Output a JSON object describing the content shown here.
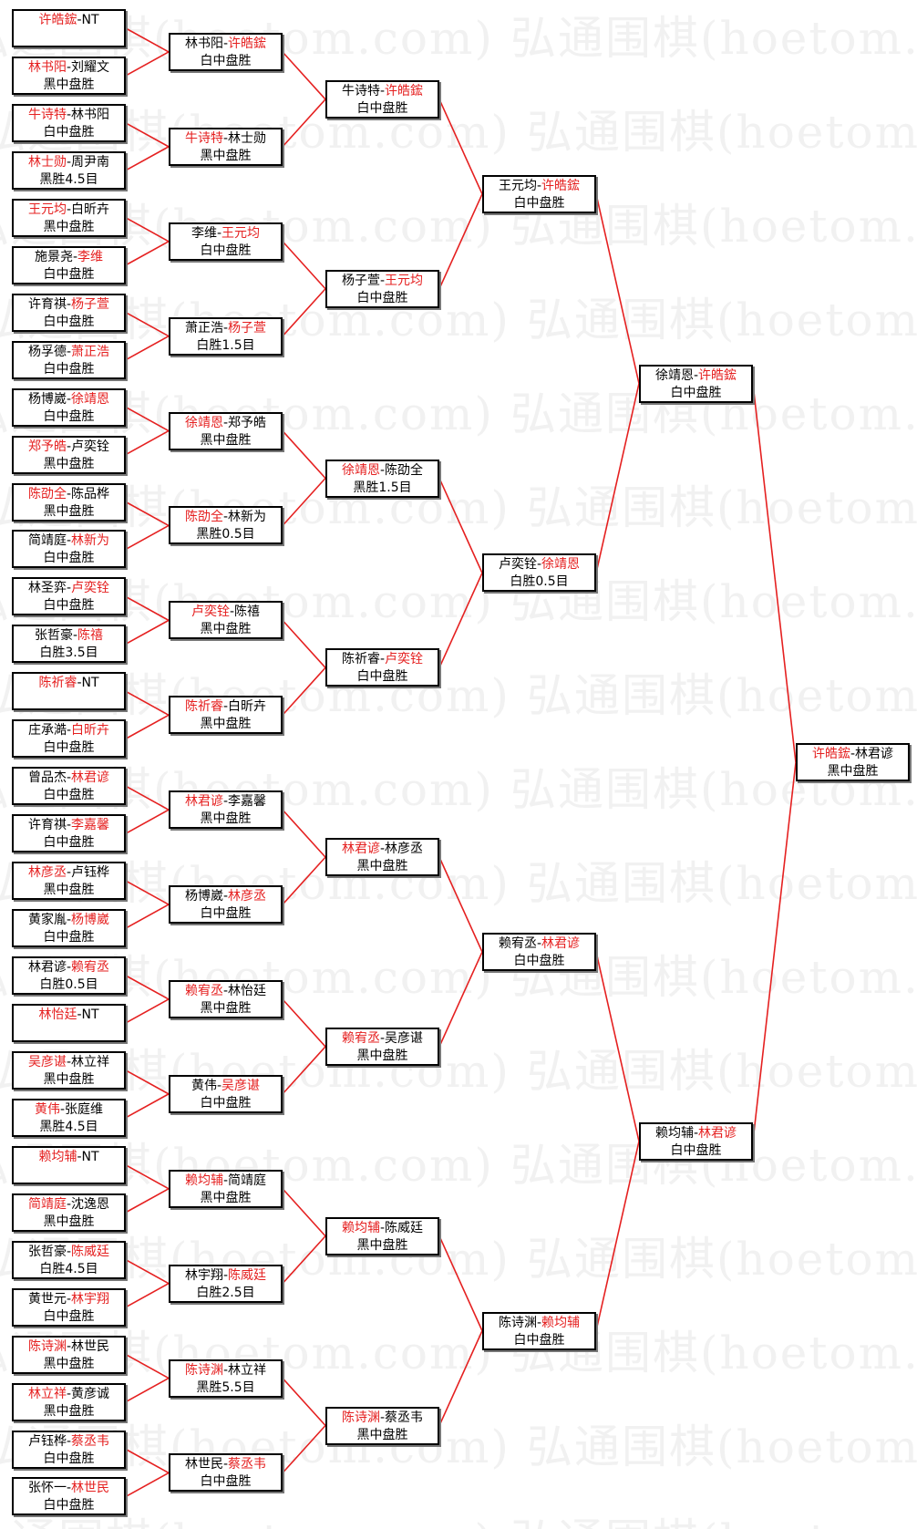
{
  "watermark": "弘通围棋(hoetom.com)",
  "accent_color": "#e52020",
  "line_color": "#e52020",
  "rounds": [
    [
      {
        "a": "许皓鋐",
        "b": "NT",
        "w": "a",
        "r": ""
      },
      {
        "a": "林书阳",
        "b": "刘耀文",
        "w": "a",
        "r": "黑中盘胜"
      },
      {
        "a": "牛诗特",
        "b": "林书阳",
        "w": "a",
        "r": "白中盘胜"
      },
      {
        "a": "林士勋",
        "b": "周尹南",
        "w": "a",
        "r": "黑胜4.5目"
      },
      {
        "a": "王元均",
        "b": "白昕卉",
        "w": "a",
        "r": "黑中盘胜"
      },
      {
        "a": "施景尧",
        "b": "李维",
        "w": "b",
        "r": "白中盘胜"
      },
      {
        "a": "许育祺",
        "b": "杨子萱",
        "w": "b",
        "r": "白中盘胜"
      },
      {
        "a": "杨孚德",
        "b": "萧正浩",
        "w": "b",
        "r": "白中盘胜"
      },
      {
        "a": "杨博崴",
        "b": "徐靖恩",
        "w": "b",
        "r": "白中盘胜"
      },
      {
        "a": "郑予皓",
        "b": "卢奕铨",
        "w": "a",
        "r": "黑中盘胜"
      },
      {
        "a": "陈劭全",
        "b": "陈品桦",
        "w": "a",
        "r": "黑中盘胜"
      },
      {
        "a": "简靖庭",
        "b": "林新为",
        "w": "b",
        "r": "白中盘胜"
      },
      {
        "a": "林圣弈",
        "b": "卢奕铨",
        "w": "b",
        "r": "白中盘胜"
      },
      {
        "a": "张哲豪",
        "b": "陈禧",
        "w": "b",
        "r": "白胜3.5目"
      },
      {
        "a": "陈祈睿",
        "b": "NT",
        "w": "a",
        "r": ""
      },
      {
        "a": "庄承澔",
        "b": "白昕卉",
        "w": "b",
        "r": "白中盘胜"
      },
      {
        "a": "曾品杰",
        "b": "林君谚",
        "w": "b",
        "r": "白中盘胜"
      },
      {
        "a": "许育祺",
        "b": "李嘉馨",
        "w": "b",
        "r": "白中盘胜"
      },
      {
        "a": "林彦丞",
        "b": "卢钰桦",
        "w": "a",
        "r": "黑中盘胜"
      },
      {
        "a": "黄家胤",
        "b": "杨博崴",
        "w": "b",
        "r": "白中盘胜"
      },
      {
        "a": "林君谚",
        "b": "赖宥丞",
        "w": "b",
        "r": "白胜0.5目"
      },
      {
        "a": "林怡廷",
        "b": "NT",
        "w": "a",
        "r": ""
      },
      {
        "a": "吴彦谌",
        "b": "林立祥",
        "w": "a",
        "r": "黑中盘胜"
      },
      {
        "a": "黄伟",
        "b": "张庭维",
        "w": "a",
        "r": "黑胜4.5目"
      },
      {
        "a": "赖均辅",
        "b": "NT",
        "w": "a",
        "r": ""
      },
      {
        "a": "简靖庭",
        "b": "沈逸恩",
        "w": "a",
        "r": "黑中盘胜"
      },
      {
        "a": "张哲豪",
        "b": "陈威廷",
        "w": "b",
        "r": "白胜4.5目"
      },
      {
        "a": "黄世元",
        "b": "林宇翔",
        "w": "b",
        "r": "白中盘胜"
      },
      {
        "a": "陈诗渊",
        "b": "林世民",
        "w": "a",
        "r": "黑中盘胜"
      },
      {
        "a": "林立祥",
        "b": "黄彦诚",
        "w": "a",
        "r": "黑中盘胜"
      },
      {
        "a": "卢钰桦",
        "b": "蔡丞韦",
        "w": "b",
        "r": "白中盘胜"
      },
      {
        "a": "张怀一",
        "b": "林世民",
        "w": "b",
        "r": "白中盘胜"
      }
    ],
    [
      {
        "a": "林书阳",
        "b": "许皓鋐",
        "w": "b",
        "r": "白中盘胜"
      },
      {
        "a": "牛诗特",
        "b": "林士勋",
        "w": "a",
        "r": "黑中盘胜"
      },
      {
        "a": "李维",
        "b": "王元均",
        "w": "b",
        "r": "白中盘胜"
      },
      {
        "a": "萧正浩",
        "b": "杨子萱",
        "w": "b",
        "r": "白胜1.5目"
      },
      {
        "a": "徐靖恩",
        "b": "郑予皓",
        "w": "a",
        "r": "黑中盘胜"
      },
      {
        "a": "陈劭全",
        "b": "林新为",
        "w": "a",
        "r": "黑胜0.5目"
      },
      {
        "a": "卢奕铨",
        "b": "陈禧",
        "w": "a",
        "r": "黑中盘胜"
      },
      {
        "a": "陈祈睿",
        "b": "白昕卉",
        "w": "a",
        "r": "黑中盘胜"
      },
      {
        "a": "林君谚",
        "b": "李嘉馨",
        "w": "a",
        "r": "黑中盘胜"
      },
      {
        "a": "杨博崴",
        "b": "林彦丞",
        "w": "b",
        "r": "白中盘胜"
      },
      {
        "a": "赖宥丞",
        "b": "林怡廷",
        "w": "a",
        "r": "黑中盘胜"
      },
      {
        "a": "黄伟",
        "b": "吴彦谌",
        "w": "b",
        "r": "白中盘胜"
      },
      {
        "a": "赖均辅",
        "b": "简靖庭",
        "w": "a",
        "r": "黑中盘胜"
      },
      {
        "a": "林宇翔",
        "b": "陈威廷",
        "w": "b",
        "r": "白胜2.5目"
      },
      {
        "a": "陈诗渊",
        "b": "林立祥",
        "w": "a",
        "r": "黑胜5.5目"
      },
      {
        "a": "林世民",
        "b": "蔡丞韦",
        "w": "b",
        "r": "白中盘胜"
      }
    ],
    [
      {
        "a": "牛诗特",
        "b": "许皓鋐",
        "w": "b",
        "r": "白中盘胜"
      },
      {
        "a": "杨子萱",
        "b": "王元均",
        "w": "b",
        "r": "白中盘胜"
      },
      {
        "a": "徐靖恩",
        "b": "陈劭全",
        "w": "a",
        "r": "黑胜1.5目"
      },
      {
        "a": "陈祈睿",
        "b": "卢奕铨",
        "w": "b",
        "r": "白中盘胜"
      },
      {
        "a": "林君谚",
        "b": "林彦丞",
        "w": "a",
        "r": "黑中盘胜"
      },
      {
        "a": "赖宥丞",
        "b": "吴彦谌",
        "w": "a",
        "r": "黑中盘胜"
      },
      {
        "a": "赖均辅",
        "b": "陈威廷",
        "w": "a",
        "r": "黑中盘胜"
      },
      {
        "a": "陈诗渊",
        "b": "蔡丞韦",
        "w": "a",
        "r": "黑中盘胜"
      }
    ],
    [
      {
        "a": "王元均",
        "b": "许皓鋐",
        "w": "b",
        "r": "白中盘胜"
      },
      {
        "a": "卢奕铨",
        "b": "徐靖恩",
        "w": "b",
        "r": "白胜0.5目"
      },
      {
        "a": "赖宥丞",
        "b": "林君谚",
        "w": "b",
        "r": "白中盘胜"
      },
      {
        "a": "陈诗渊",
        "b": "赖均辅",
        "w": "b",
        "r": "白中盘胜"
      }
    ],
    [
      {
        "a": "徐靖恩",
        "b": "许皓鋐",
        "w": "b",
        "r": "白中盘胜"
      },
      {
        "a": "赖均辅",
        "b": "林君谚",
        "w": "b",
        "r": "白中盘胜"
      }
    ],
    [
      {
        "a": "许皓鋐",
        "b": "林君谚",
        "w": "a",
        "r": "黑中盘胜"
      }
    ]
  ]
}
